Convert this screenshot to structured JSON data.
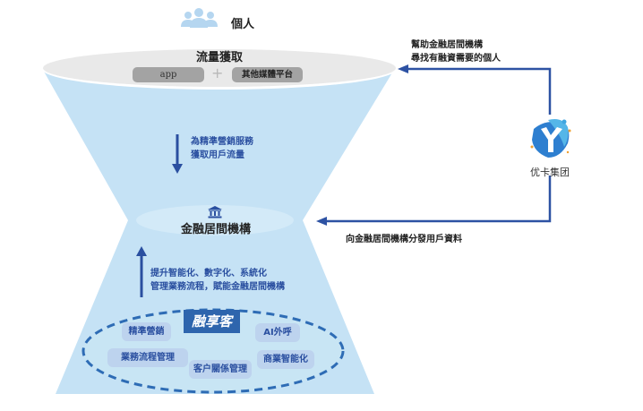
{
  "colors": {
    "funnel_fill": "#c5e2f5",
    "top_ellipse": "#e9e9e9",
    "arrow_blue": "#2a4fa0",
    "bracket_blue": "#2d52a3",
    "brand_bg": "#2e65ad",
    "tag_bg": "#bdd3ee",
    "dashed_border": "#2e6cb5",
    "people_icon": "#b5d6f0"
  },
  "top": {
    "people_icon": "people-group-icon",
    "people_label": "個人",
    "title": "流量獲取",
    "source_app": "app",
    "plus": "+",
    "source_media": "其他媒體平台"
  },
  "middle": {
    "down_arrow_text": [
      "為精準營銷服務",
      "獲取用戶流量"
    ],
    "institution_icon": "bank-icon",
    "institution_label": "金融居間機構",
    "up_arrow_text": [
      "提升智能化、數字化、系統化",
      "管理業務流程，賦能金融居間機構"
    ]
  },
  "bottom": {
    "brand": "融享客",
    "features": [
      "精準營銷",
      "AI外呼",
      "業務流程管理",
      "客户關係管理",
      "商業智能化"
    ]
  },
  "right": {
    "top_text": [
      "幫助金融居間機構",
      "尋找有融資需要的個人"
    ],
    "logo_label": "优卡集团",
    "bottom_text": "向金融居間機構分發用戶資料"
  }
}
